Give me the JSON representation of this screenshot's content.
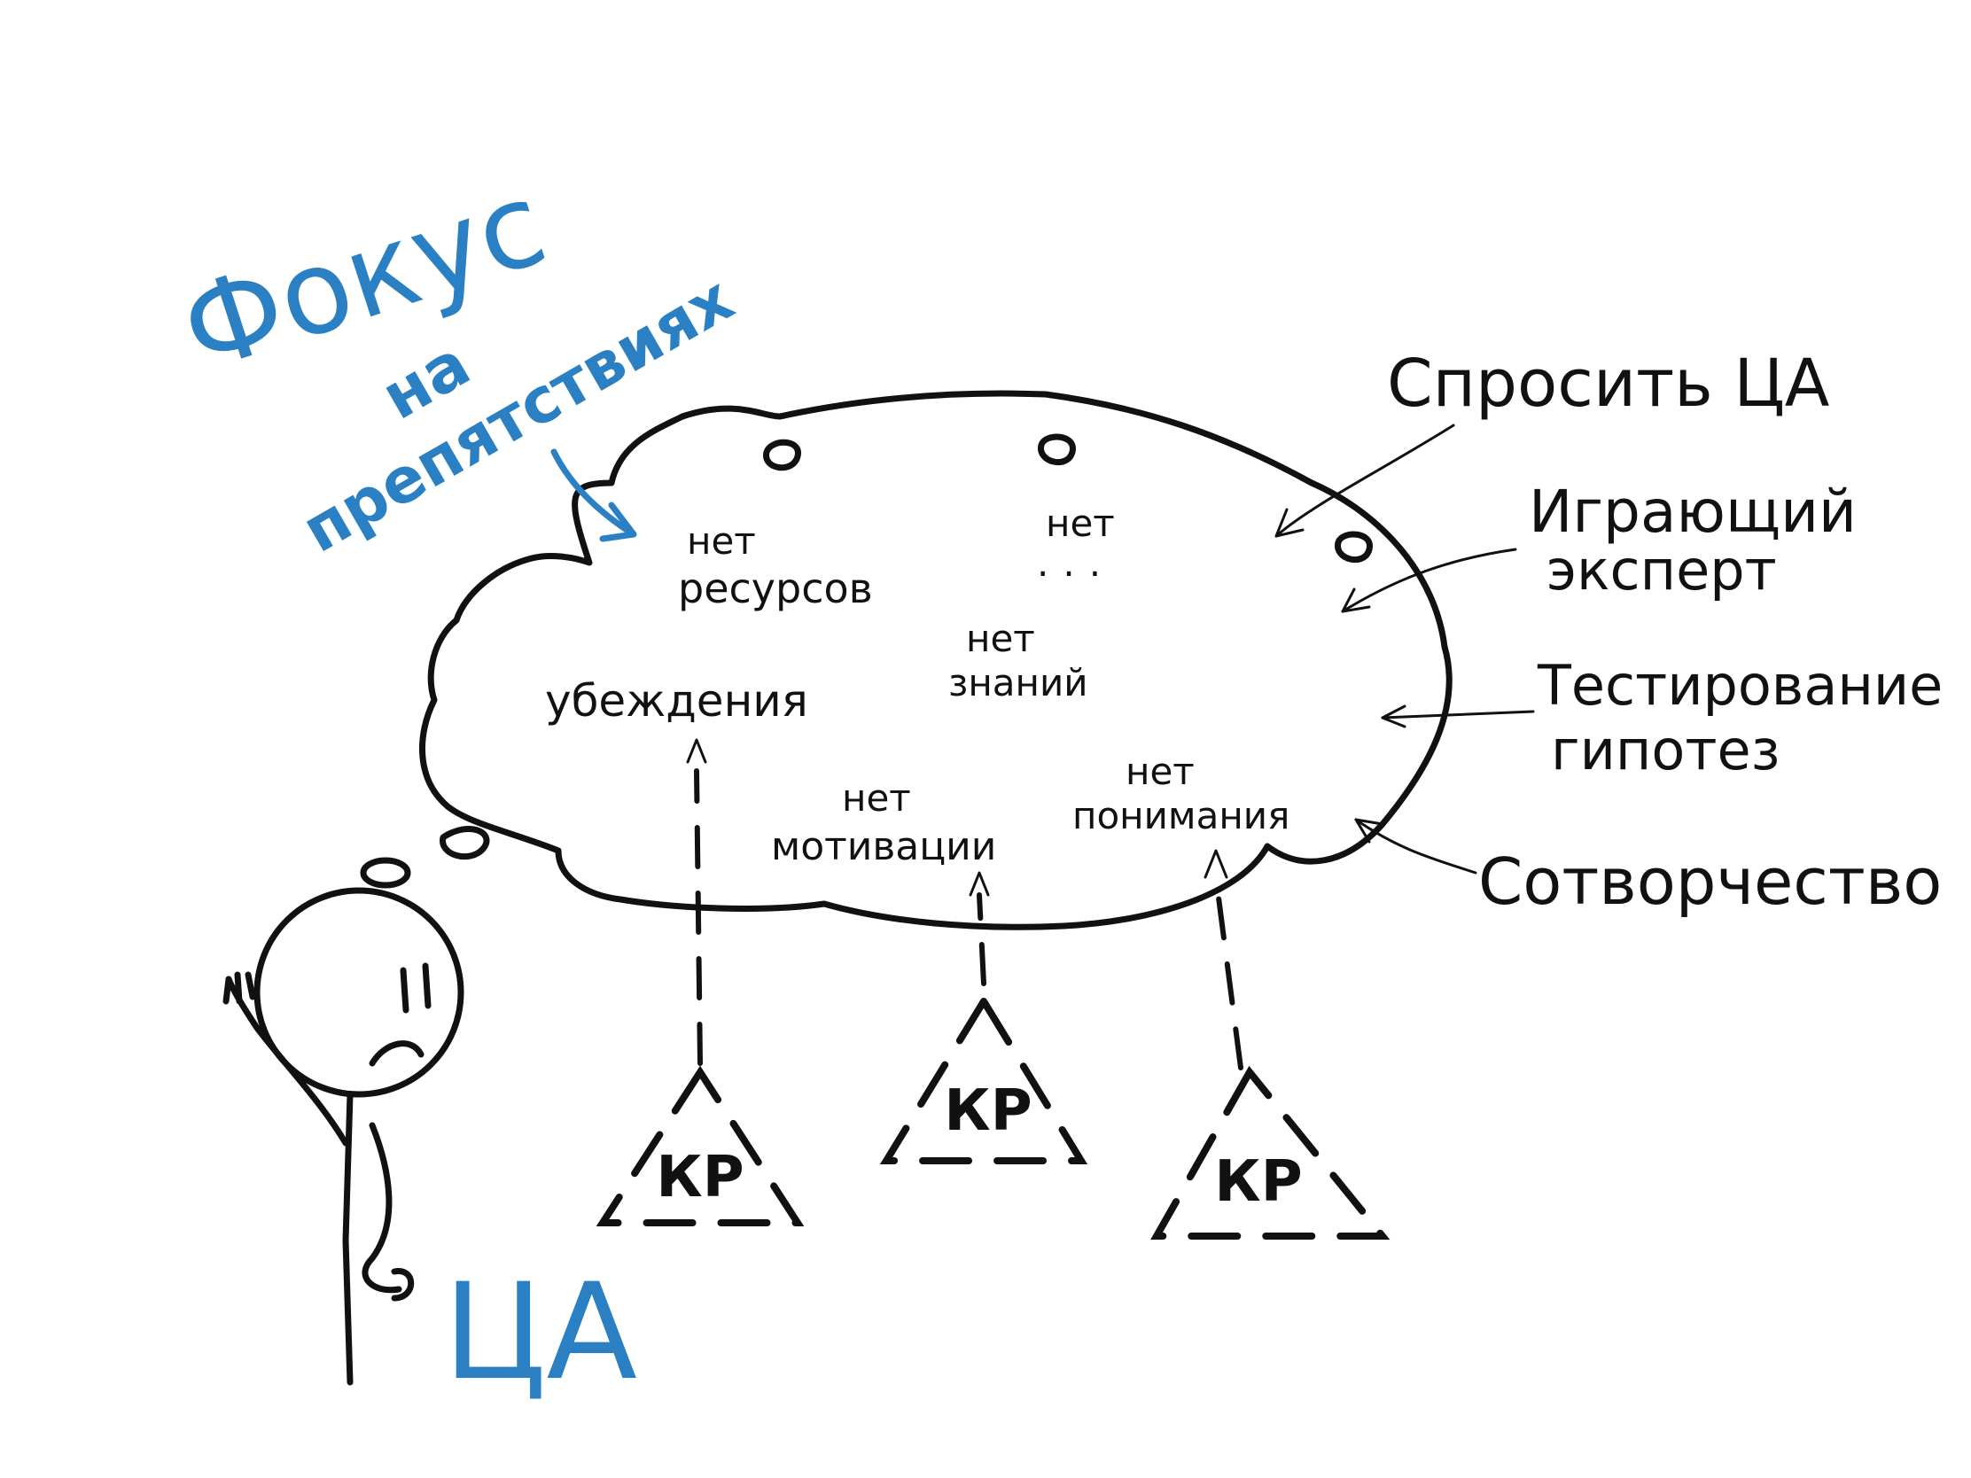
{
  "colors": {
    "ink": "#111111",
    "accent": "#2a80c2",
    "background": "#ffffff"
  },
  "focus": {
    "line1": "Фокус",
    "line2": "на",
    "line3": "препятствиях"
  },
  "cloud_items": {
    "no_resources": {
      "line1": "нет",
      "line2": "ресурсов"
    },
    "no_other": {
      "line1": "нет",
      "line2": "..."
    },
    "beliefs": "убеждения",
    "no_knowledge": {
      "line1": "нет",
      "line2": "знаний"
    },
    "no_motivation": {
      "line1": "нет",
      "line2": "мотивации"
    },
    "no_understanding": {
      "line1": "нет",
      "line2": "понимания"
    }
  },
  "methods": {
    "ask": "Спросить ЦА",
    "expert": {
      "line1": "Играющий",
      "line2": "эксперт"
    },
    "testing": {
      "line1": "Тестирование",
      "line2": "гипотез"
    },
    "cocreation": "Сотворчество"
  },
  "triangles": [
    "КР",
    "КР",
    "КР"
  ],
  "audience_label": "ЦА",
  "icons": [
    "stick-figure-icon",
    "thought-cloud-icon",
    "triangle-icon",
    "arrow-icon"
  ]
}
